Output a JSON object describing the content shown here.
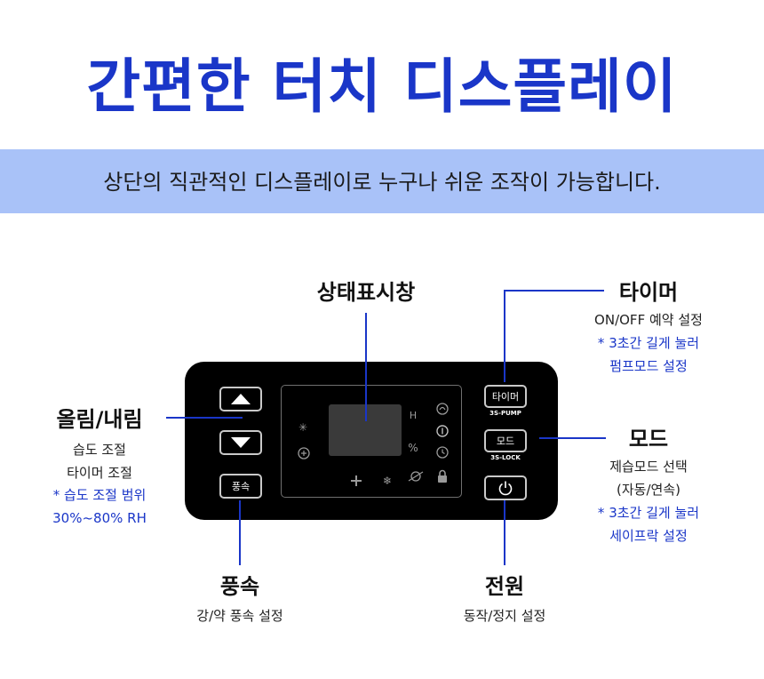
{
  "title": "간편한 터치 디스플레이",
  "subtitle": "상단의 직관적인 디스플레이로 누구나 쉬운 조작이 가능합니다.",
  "panel": {
    "fan_button": "풍속",
    "timer_button": "타이머",
    "timer_hint": "3S-PUMP",
    "mode_button": "모드",
    "mode_hint": "3S-LOCK",
    "indicators": {
      "h": "H",
      "percent": "%"
    }
  },
  "callouts": {
    "status": {
      "title": "상태표시창"
    },
    "timer": {
      "title": "타이머",
      "line1": "ON/OFF 예약 설정",
      "note1": "* 3초간 길게 눌러",
      "note2": "펌프모드 설정"
    },
    "updown": {
      "title": "올림/내림",
      "line1": "습도 조절",
      "line2": "타이머 조절",
      "note1": "* 습도 조절 범위",
      "note2": "30%~80% RH"
    },
    "mode": {
      "title": "모드",
      "line1": "제습모드 선택",
      "line2": "(자동/연속)",
      "note1": "* 3초간 길게 눌러",
      "note2": "세이프락 설정"
    },
    "fan": {
      "title": "풍속",
      "line1": "강/약 풍속 설정"
    },
    "power": {
      "title": "전원",
      "line1": "동작/정지 설정"
    }
  },
  "colors": {
    "accent": "#1a36c8",
    "band": "#a9c2f8",
    "panel": "#000000"
  }
}
